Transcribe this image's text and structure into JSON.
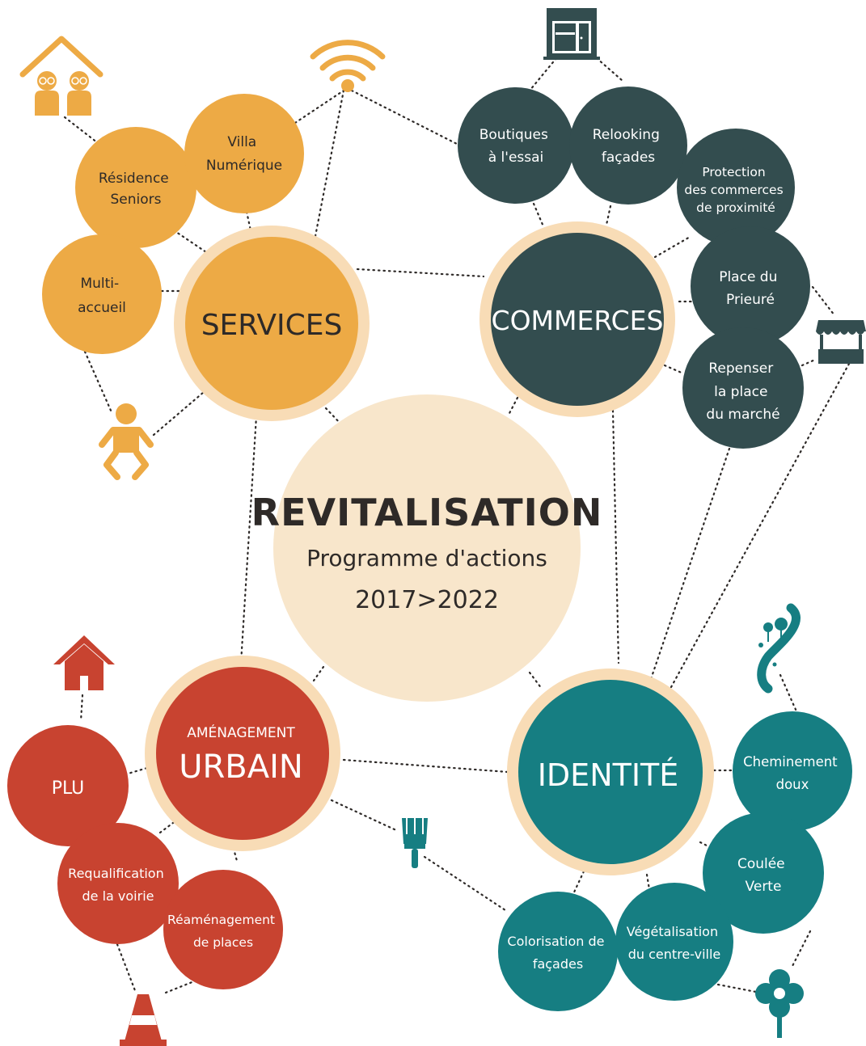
{
  "colors": {
    "services": "#EDAA45",
    "commerces": "#334D4F",
    "urbain": "#C84330",
    "identite": "#167E82",
    "center": "#F8E6CB",
    "ring": "#F8DCB6",
    "dark_text": "#2E2A28",
    "connector": "#2E2A28"
  },
  "center": {
    "title": "REVITALISATION",
    "subtitle": "Programme d'actions",
    "years": "2017>2022"
  },
  "hubs": {
    "services": {
      "label": "SERVICES"
    },
    "commerces": {
      "label": "COMMERCES"
    },
    "urbain": {
      "label_small": "AMÉNAGEMENT",
      "label_big": "URBAIN"
    },
    "identite": {
      "label": "IDENTITÉ"
    }
  },
  "services_items": {
    "residence": [
      "Résidence",
      "Seniors"
    ],
    "villa": [
      "Villa",
      "Numérique"
    ],
    "multi": [
      "Multi-",
      "accueil"
    ]
  },
  "commerces_items": {
    "boutiques": [
      "Boutiques",
      "à l'essai"
    ],
    "relooking": [
      "Relooking",
      "façades"
    ],
    "protection": [
      "Protection",
      "des commerces",
      "de proximité"
    ],
    "prieure": [
      "Place du",
      "Prieuré"
    ],
    "marche": [
      "Repenser",
      "la place",
      "du marché"
    ]
  },
  "urbain_items": {
    "plu": [
      "PLU"
    ],
    "requalification": [
      "Requalification",
      "de la voirie"
    ],
    "reamenagement": [
      "Réaménagement",
      "de places"
    ]
  },
  "identite_items": {
    "cheminement": [
      "Cheminement",
      "doux"
    ],
    "coulee": [
      "Coulée",
      "Verte"
    ],
    "vegetalisation": [
      "Végétalisation",
      "du centre-ville"
    ],
    "colorisation": [
      "Colorisation de",
      "façades"
    ]
  },
  "icons": {
    "seniors": "seniors-house-icon",
    "wifi": "wifi-icon",
    "baby": "baby-icon",
    "storefront": "storefront-icon",
    "market_stall": "market-stall-icon",
    "house": "house-icon",
    "cone": "traffic-cone-icon",
    "brush": "paint-brush-icon",
    "path": "winding-path-icon",
    "flower": "flower-icon"
  }
}
